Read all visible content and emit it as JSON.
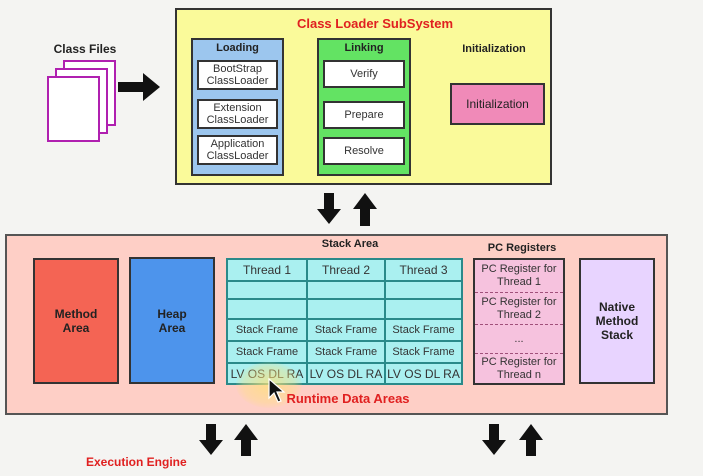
{
  "class_files": {
    "label": "Class Files"
  },
  "class_loader": {
    "title": "Class Loader SubSystem",
    "loading": {
      "title": "Loading",
      "items": [
        "BootStrap ClassLoader",
        "Extension ClassLoader",
        "Application ClassLoader"
      ]
    },
    "linking": {
      "title": "Linking",
      "items": [
        "Verify",
        "Prepare",
        "Resolve"
      ]
    },
    "initialization": {
      "title": "Initialization",
      "box": "Initialization"
    }
  },
  "runtime": {
    "title": "Runtime Data Areas",
    "method_area": "Method Area",
    "heap_area": "Heap Area",
    "stack_area": {
      "title": "Stack Area",
      "threads": [
        "Thread 1",
        "Thread 2",
        "Thread 3"
      ],
      "frame_label": "Stack Frame",
      "frame_detail": "LV OS DL RA"
    },
    "pc_registers": {
      "title": "PC Registers",
      "items": [
        "PC Register for Thread 1",
        "PC Register for Thread 2",
        "...",
        "PC Register for Thread n"
      ]
    },
    "native_method_stack": "Native Method Stack"
  },
  "execution_engine": {
    "label": "Execution Engine"
  }
}
